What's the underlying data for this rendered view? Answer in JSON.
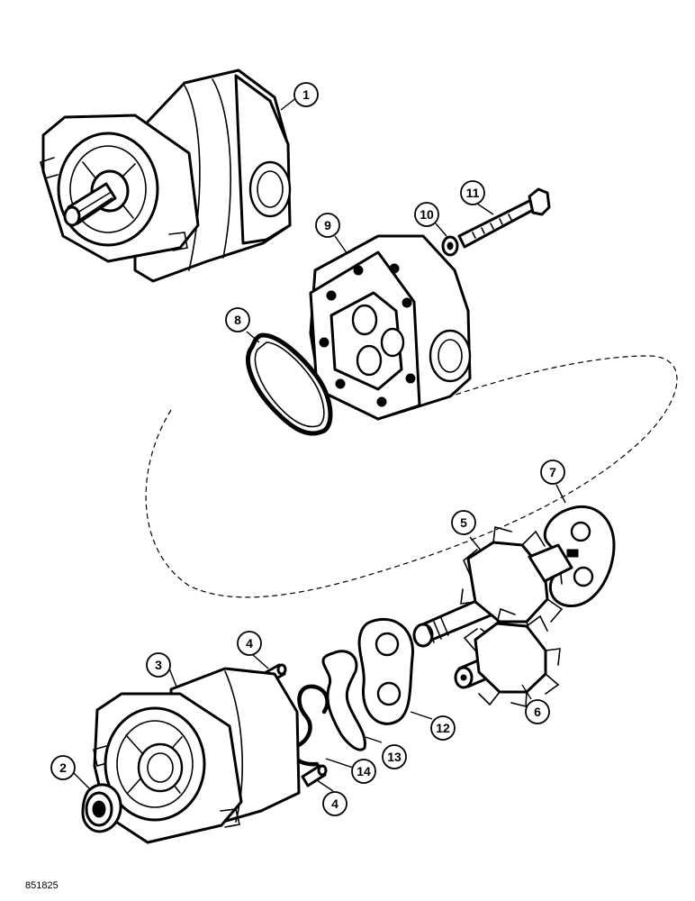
{
  "diagram": {
    "callouts": [
      {
        "id": "c1",
        "label": "1"
      },
      {
        "id": "c2",
        "label": "2"
      },
      {
        "id": "c3",
        "label": "3"
      },
      {
        "id": "c4a",
        "label": "4"
      },
      {
        "id": "c4b",
        "label": "4"
      },
      {
        "id": "c5",
        "label": "5"
      },
      {
        "id": "c6",
        "label": "6"
      },
      {
        "id": "c7",
        "label": "7"
      },
      {
        "id": "c8",
        "label": "8"
      },
      {
        "id": "c9",
        "label": "9"
      },
      {
        "id": "c10",
        "label": "10"
      },
      {
        "id": "c11",
        "label": "11"
      },
      {
        "id": "c12",
        "label": "12"
      },
      {
        "id": "c13",
        "label": "13"
      },
      {
        "id": "c14",
        "label": "14"
      }
    ],
    "reference_code": "851825"
  }
}
